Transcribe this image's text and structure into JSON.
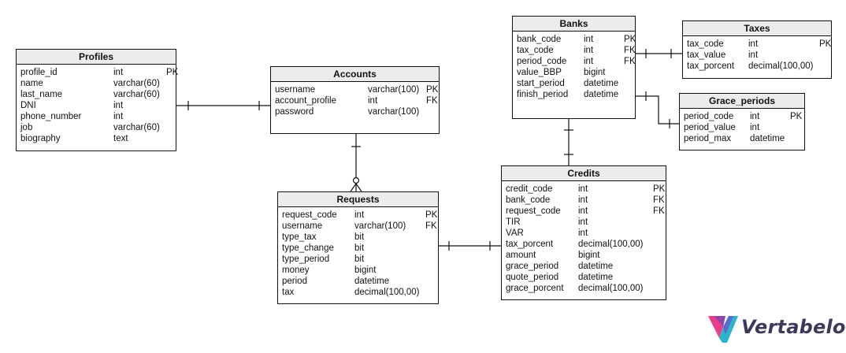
{
  "entities": {
    "profiles": {
      "title": "Profiles",
      "columns": [
        {
          "name": "profile_id",
          "type": "int",
          "key": "PK"
        },
        {
          "name": "name",
          "type": "varchar(60)",
          "key": ""
        },
        {
          "name": "last_name",
          "type": "varchar(60)",
          "key": ""
        },
        {
          "name": "DNI",
          "type": "int",
          "key": ""
        },
        {
          "name": "phone_number",
          "type": "int",
          "key": ""
        },
        {
          "name": "job",
          "type": "varchar(60)",
          "key": ""
        },
        {
          "name": "biography",
          "type": "text",
          "key": ""
        }
      ]
    },
    "accounts": {
      "title": "Accounts",
      "columns": [
        {
          "name": "username",
          "type": "varchar(100)",
          "key": "PK"
        },
        {
          "name": "account_profile",
          "type": "int",
          "key": "FK"
        },
        {
          "name": "password",
          "type": "varchar(100)",
          "key": ""
        }
      ]
    },
    "requests": {
      "title": "Requests",
      "columns": [
        {
          "name": "request_code",
          "type": "int",
          "key": "PK"
        },
        {
          "name": "username",
          "type": "varchar(100)",
          "key": "FK"
        },
        {
          "name": "type_tax",
          "type": "bit",
          "key": ""
        },
        {
          "name": "type_change",
          "type": "bit",
          "key": ""
        },
        {
          "name": "type_period",
          "type": "bit",
          "key": ""
        },
        {
          "name": "money",
          "type": "bigint",
          "key": ""
        },
        {
          "name": "period",
          "type": "datetime",
          "key": ""
        },
        {
          "name": "tax",
          "type": "decimal(100,00)",
          "key": ""
        }
      ]
    },
    "banks": {
      "title": "Banks",
      "columns": [
        {
          "name": "bank_code",
          "type": "int",
          "key": "PK"
        },
        {
          "name": "tax_code",
          "type": "int",
          "key": "FK"
        },
        {
          "name": "period_code",
          "type": "int",
          "key": "FK"
        },
        {
          "name": "value_BBP",
          "type": "bigint",
          "key": ""
        },
        {
          "name": "start_period",
          "type": "datetime",
          "key": ""
        },
        {
          "name": "finish_period",
          "type": "datetime",
          "key": ""
        }
      ]
    },
    "taxes": {
      "title": "Taxes",
      "columns": [
        {
          "name": "tax_code",
          "type": "int",
          "key": "PK"
        },
        {
          "name": "tax_value",
          "type": "int",
          "key": ""
        },
        {
          "name": "tax_porcent",
          "type": "decimal(100,00)",
          "key": ""
        }
      ]
    },
    "grace_periods": {
      "title": "Grace_periods",
      "columns": [
        {
          "name": "period_code",
          "type": "int",
          "key": "PK"
        },
        {
          "name": "period_value",
          "type": "int",
          "key": ""
        },
        {
          "name": "period_max",
          "type": "datetime",
          "key": ""
        }
      ]
    },
    "credits": {
      "title": "Credits",
      "columns": [
        {
          "name": "credit_code",
          "type": "int",
          "key": "PK"
        },
        {
          "name": "bank_code",
          "type": "int",
          "key": "FK"
        },
        {
          "name": "request_code",
          "type": "int",
          "key": "FK"
        },
        {
          "name": "TIR",
          "type": "int",
          "key": ""
        },
        {
          "name": "VAR",
          "type": "int",
          "key": ""
        },
        {
          "name": "tax_porcent",
          "type": "decimal(100,00)",
          "key": ""
        },
        {
          "name": "amount",
          "type": "bigint",
          "key": ""
        },
        {
          "name": "grace_period",
          "type": "datetime",
          "key": ""
        },
        {
          "name": "quote_period",
          "type": "datetime",
          "key": ""
        },
        {
          "name": "grace_porcent",
          "type": "decimal(100,00)",
          "key": ""
        }
      ]
    }
  },
  "logo": {
    "text": "Vertabelo",
    "colors": [
      "#e83e8c",
      "#8e44ad",
      "#2bb5c9"
    ]
  }
}
